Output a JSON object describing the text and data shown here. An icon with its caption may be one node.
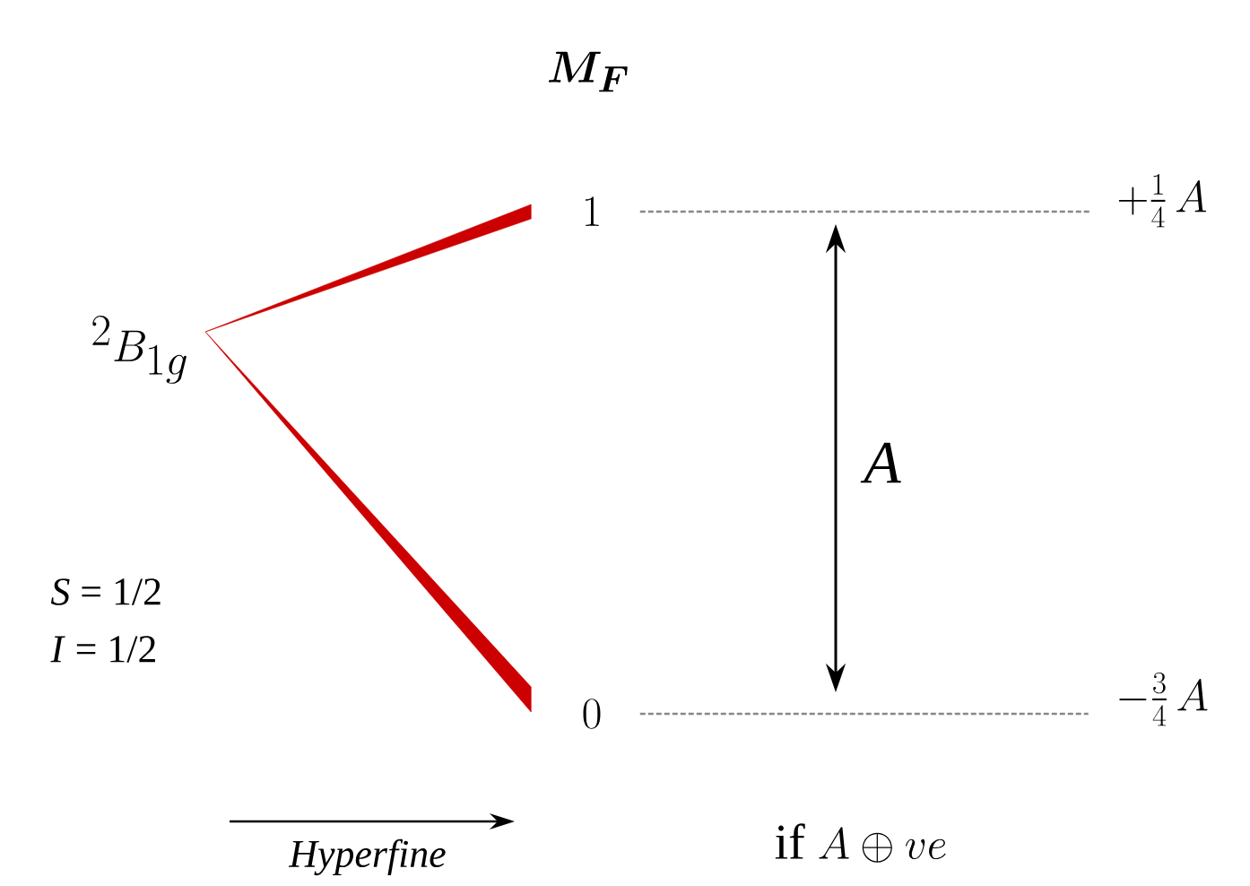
{
  "diagram": {
    "title": "\\boldsymbol{M_F}",
    "nodes": [
      {
        "text": [
          "{}^{2}B_{1g}"
        ]
      },
      {
        "text": [
          "1"
        ]
      },
      {
        "text": [
          "0"
        ]
      },
      {
        "text": [
          "+\\tfrac{1}{4}\\,A"
        ]
      },
      {
        "text": [
          "-\\tfrac{3}{4}\\,A"
        ]
      }
    ],
    "edges": [
      {
        "from": 0,
        "to": 1,
        "arrow": "none"
      },
      {
        "from": 0,
        "to": 2,
        "arrow": "none"
      },
      {
        "from": 1,
        "to": 3,
        "arrow": "none",
        "style": "dashed",
        "color": "#888888"
      },
      {
        "from": 2,
        "to": 4,
        "arrow": "none",
        "style": "dashed",
        "color": "#888888"
      }
    ],
    "labels": [
      "*S* = 1/2",
      "*I* = 1/2",
      "A",
      "Hyperfine",
      "\\mathrm{if}\\ A \\oplus ve"
    ]
  }
}
